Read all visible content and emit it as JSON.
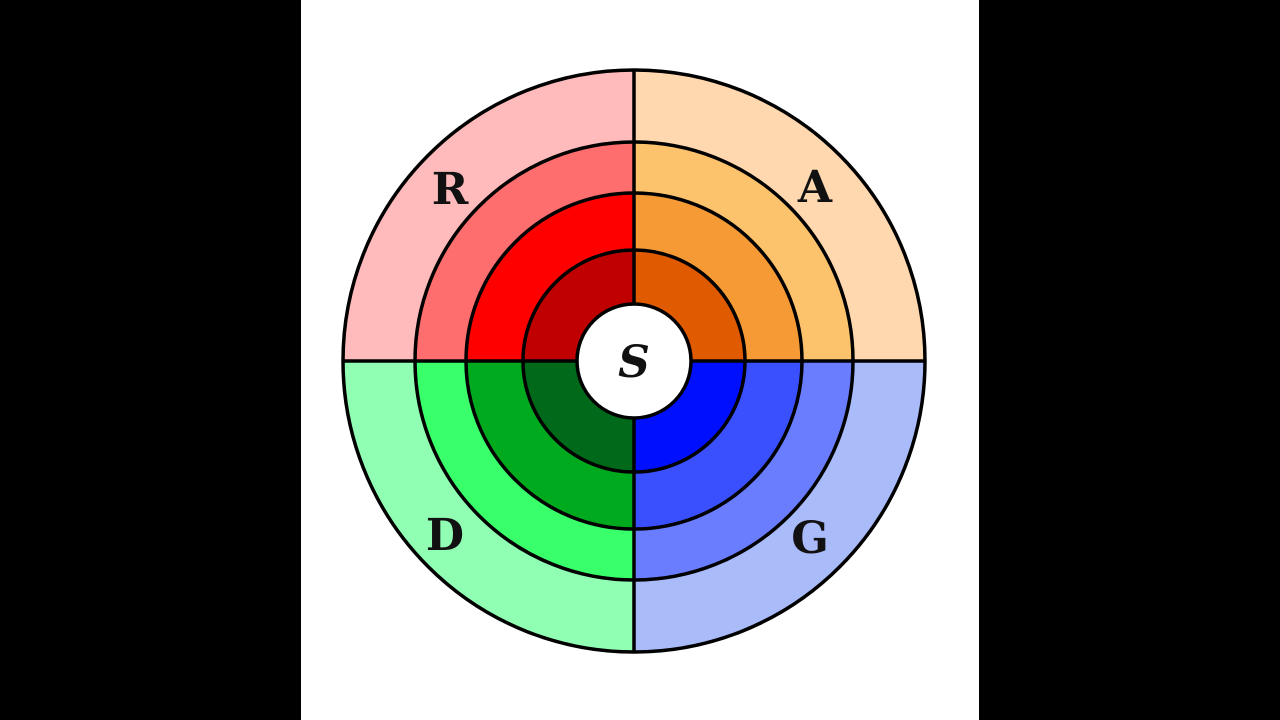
{
  "diagram": {
    "center_label": "S",
    "quadrants": [
      {
        "label": "R",
        "position": "top-left",
        "colors": [
          "#ffbbbb",
          "#ff6e6e",
          "#ff0000",
          "#c00000"
        ]
      },
      {
        "label": "A",
        "position": "top-right",
        "colors": [
          "#ffd8b0",
          "#fdc36c",
          "#f59a35",
          "#e05a00"
        ]
      },
      {
        "label": "D",
        "position": "bottom-left",
        "colors": [
          "#90ffb4",
          "#38ff6a",
          "#00aa1e",
          "#006a1a"
        ]
      },
      {
        "label": "G",
        "position": "bottom-right",
        "colors": [
          "#aabbfa",
          "#6a7dff",
          "#3a50ff",
          "#0010ff"
        ]
      }
    ],
    "line_color": "#000000",
    "center_color": "#ffffff"
  }
}
